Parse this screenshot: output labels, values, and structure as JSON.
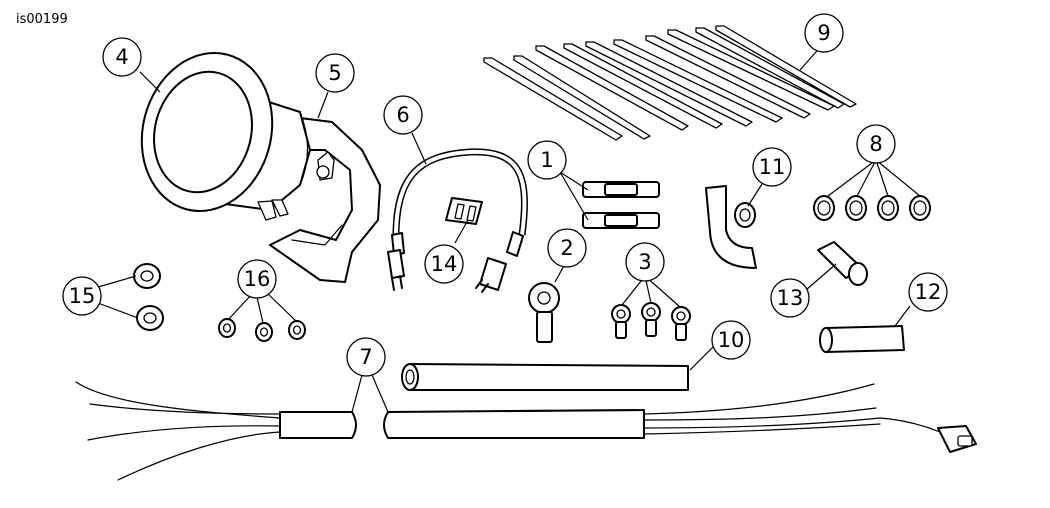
{
  "figure_id": "is00199",
  "callouts": {
    "c1": "1",
    "c2": "2",
    "c3": "3",
    "c4": "4",
    "c5": "5",
    "c6": "6",
    "c7": "7",
    "c8": "8",
    "c9": "9",
    "c10": "10",
    "c11": "11",
    "c12": "12",
    "c13": "13",
    "c14": "14",
    "c15": "15",
    "c16": "16"
  }
}
